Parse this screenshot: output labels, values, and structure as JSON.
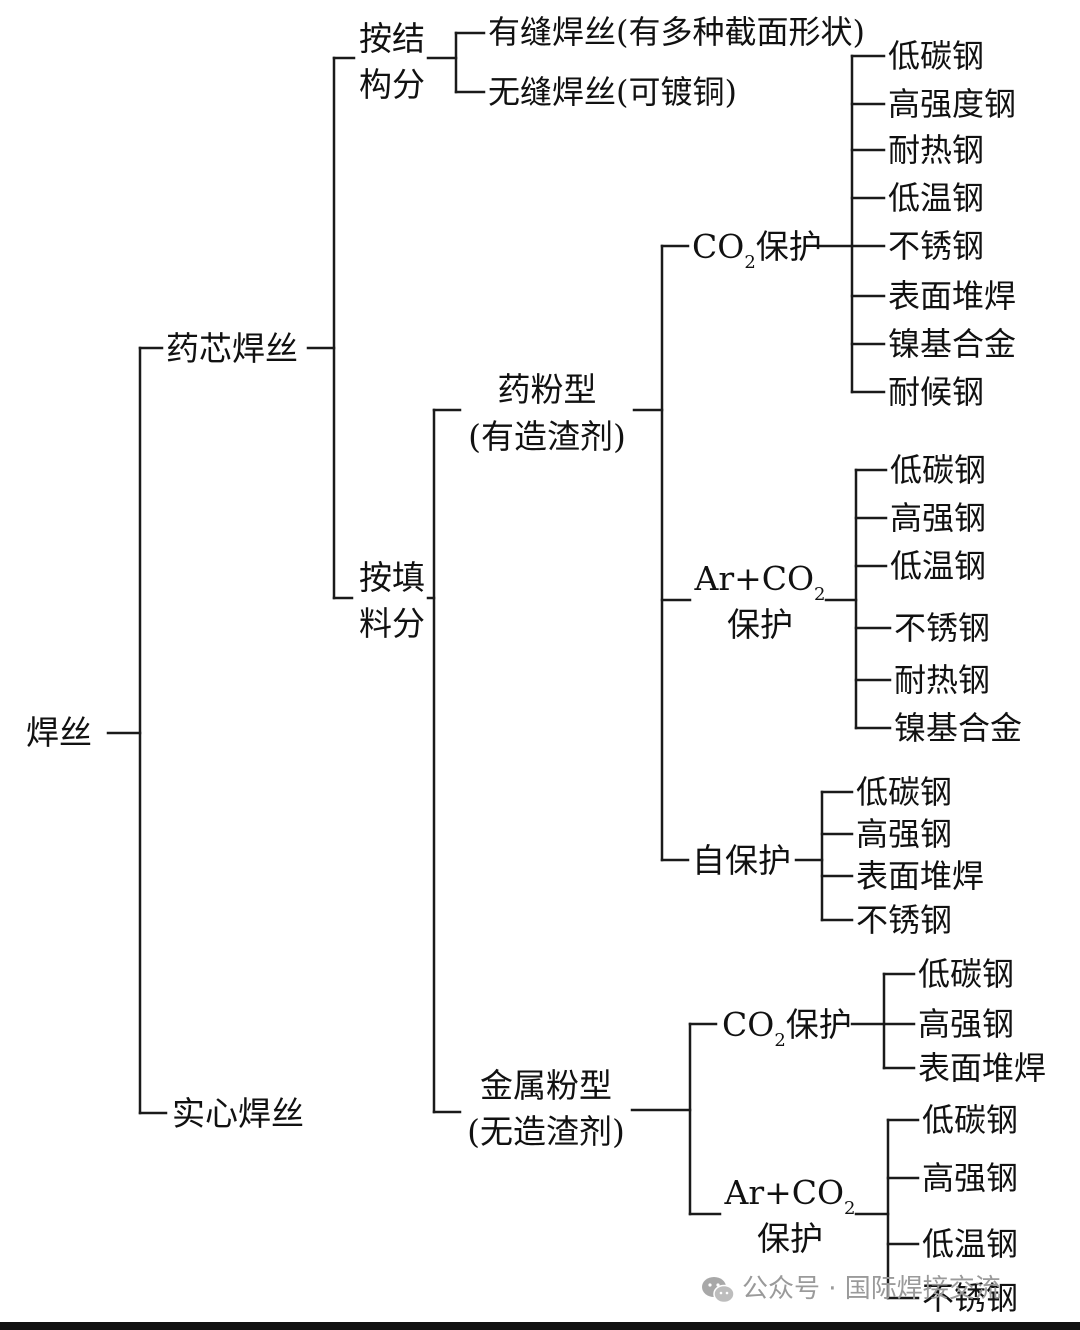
{
  "root": "焊丝",
  "flux_cored": "药芯焊丝",
  "solid": "实心焊丝",
  "by_structure": "按结构分",
  "structure_items": [
    "有缝焊丝(有多种截面形状)",
    "无缝焊丝(可镀铜)"
  ],
  "by_filler": "按填料分",
  "flux_type": {
    "title": "药粉型",
    "note": "(有造渣剂)",
    "co2": {
      "label": "CO",
      "sub": "2",
      "suffix": "保护",
      "items": [
        "低碳钢",
        "高强度钢",
        "耐热钢",
        "低温钢",
        "不锈钢",
        "表面堆焊",
        "镍基合金",
        "耐候钢"
      ]
    },
    "arco2": {
      "label": "Ar+CO",
      "sub": "2",
      "line2": "保护",
      "items": [
        "低碳钢",
        "高强钢",
        "低温钢",
        "不锈钢",
        "耐热钢",
        "镍基合金"
      ]
    },
    "self": {
      "label": "自保护",
      "items": [
        "低碳钢",
        "高强钢",
        "表面堆焊",
        "不锈钢"
      ]
    }
  },
  "metal_type": {
    "title": "金属粉型",
    "note": "(无造渣剂)",
    "co2": {
      "label": "CO",
      "sub": "2",
      "suffix": "保护",
      "items": [
        "低碳钢",
        "高强钢",
        "表面堆焊"
      ]
    },
    "arco2": {
      "label": "Ar+CO",
      "sub": "2",
      "line2": "保护",
      "items": [
        "低碳钢",
        "高强钢",
        "低温钢",
        "不锈钢"
      ]
    }
  },
  "watermark": {
    "prefix": "公众号 · ",
    "name": "国际焊接交流",
    "icon": "wechat-icon"
  }
}
